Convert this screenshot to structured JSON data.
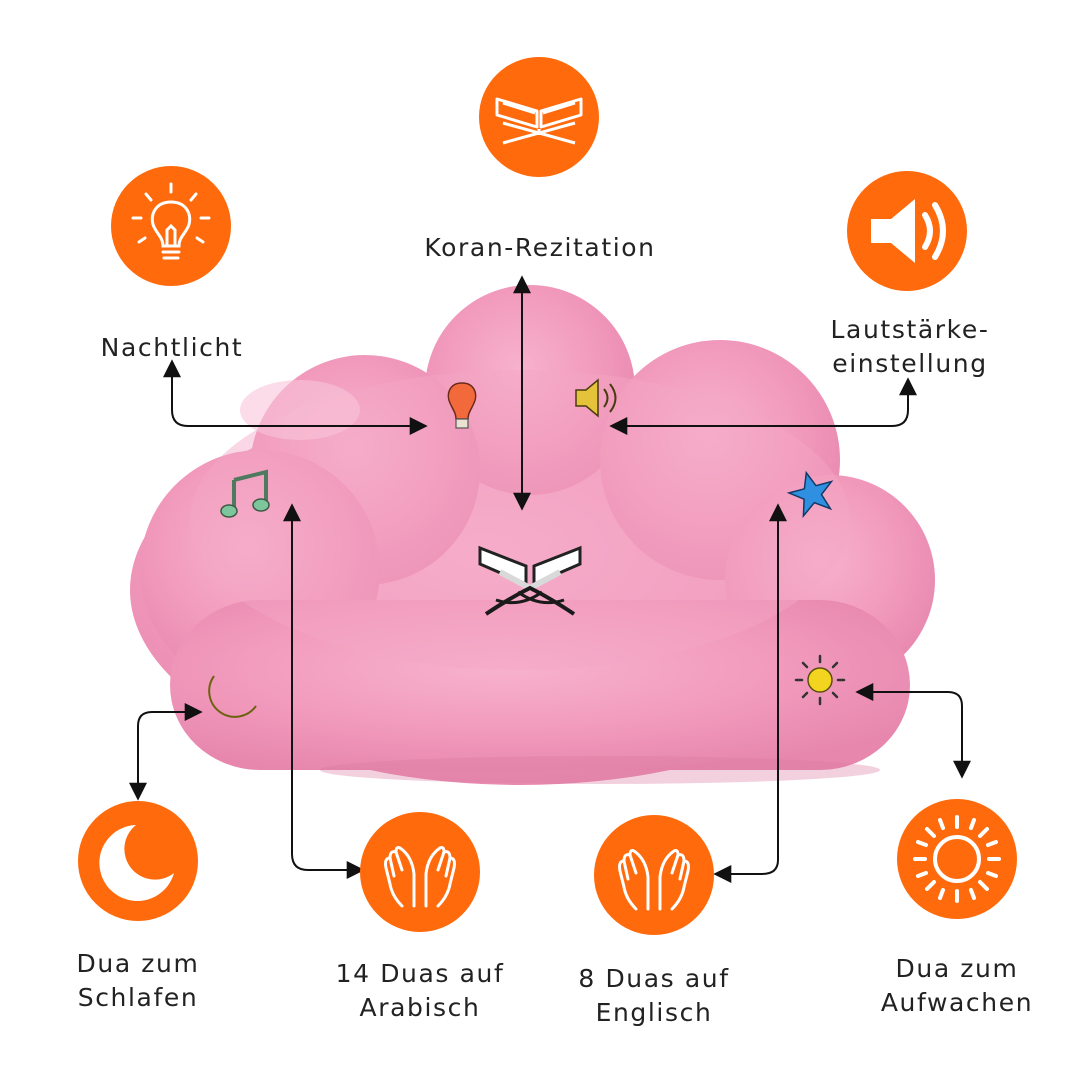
{
  "features": {
    "night_light": {
      "label": "Nachtlicht",
      "icon": "light-bulb-icon"
    },
    "quran_recitation": {
      "label": "Koran-Rezitation",
      "icon": "open-book-icon"
    },
    "volume": {
      "line1": "Lautstärke-",
      "line2": "einstellung",
      "icon": "speaker-icon"
    },
    "dua_sleep": {
      "line1": "Dua zum",
      "line2": "Schlafen",
      "icon": "crescent-moon-icon"
    },
    "duas_arabic": {
      "line1": "14 Duas auf",
      "line2": "Arabisch",
      "icon": "praying-hands-icon"
    },
    "duas_english": {
      "line1": "8 Duas auf",
      "line2": "Englisch",
      "icon": "praying-hands-icon"
    },
    "dua_wakeup": {
      "line1": "Dua zum",
      "line2": "Aufwachen",
      "icon": "sun-icon"
    }
  },
  "colors": {
    "badge_orange": "#ff6a0c",
    "pillow_pink": "#f6a7c6",
    "text": "#222222",
    "arrow": "#111111"
  }
}
